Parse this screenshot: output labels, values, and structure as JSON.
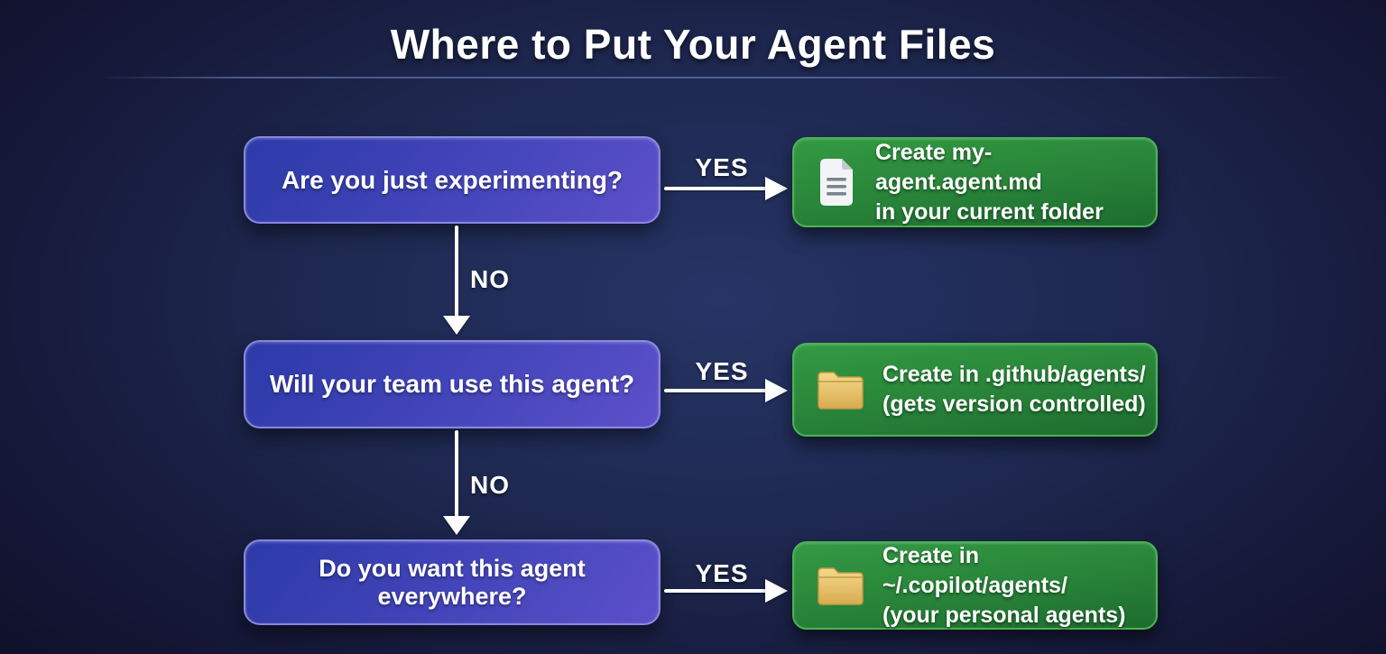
{
  "title": "Where to Put Your Agent Files",
  "colors": {
    "background_center": "#263566",
    "background_edge": "#0f1029",
    "question_box_gradient_start": "#2c3aa8",
    "question_box_gradient_end": "#5c50c9",
    "question_box_border": "#9692e8",
    "result_box_gradient_start": "#339a43",
    "result_box_gradient_end": "#1d6c2e",
    "result_box_border": "#4bb251",
    "arrow": "#ffffff",
    "text": "#ffffff",
    "folder_icon": "#ecca74",
    "document_icon": "#f2f4f7"
  },
  "rows": [
    {
      "question": "Are you just experimenting?",
      "yes_label": "YES",
      "no_label": "NO",
      "result_icon": "document-icon",
      "result_line1": "Create my-agent.agent.md",
      "result_line2": "in your current folder"
    },
    {
      "question": "Will your team use this agent?",
      "yes_label": "YES",
      "no_label": "NO",
      "result_icon": "folder-icon",
      "result_line1": "Create in .github/agents/",
      "result_line2": "(gets version controlled)"
    },
    {
      "question": "Do you want this agent everywhere?",
      "yes_label": "YES",
      "result_icon": "folder-icon",
      "result_line1": "Create in ~/.copilot/agents/",
      "result_line2": "(your personal agents)"
    }
  ]
}
